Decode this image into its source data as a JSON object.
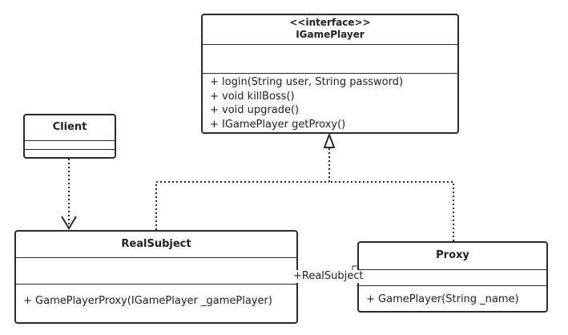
{
  "interface_box": {
    "stereotype": "<<interface>>",
    "name": "IGamePlayer",
    "operations": [
      "+ login(String user, String password)",
      "+ void killBoss()",
      "+ void upgrade()",
      "+ IGamePlayer getProxy()"
    ]
  },
  "client_box": {
    "name": "Client"
  },
  "realsubject_box": {
    "name": "RealSubject",
    "operations": [
      "+ GamePlayerProxy(IGamePlayer _gamePlayer)"
    ]
  },
  "proxy_box": {
    "name": "Proxy",
    "operations": [
      "+ GamePlayer(String _name)"
    ]
  },
  "association": {
    "label": "+RealSubject"
  },
  "colors": {
    "line": "#2b2b2b",
    "background": "#ffffff"
  }
}
